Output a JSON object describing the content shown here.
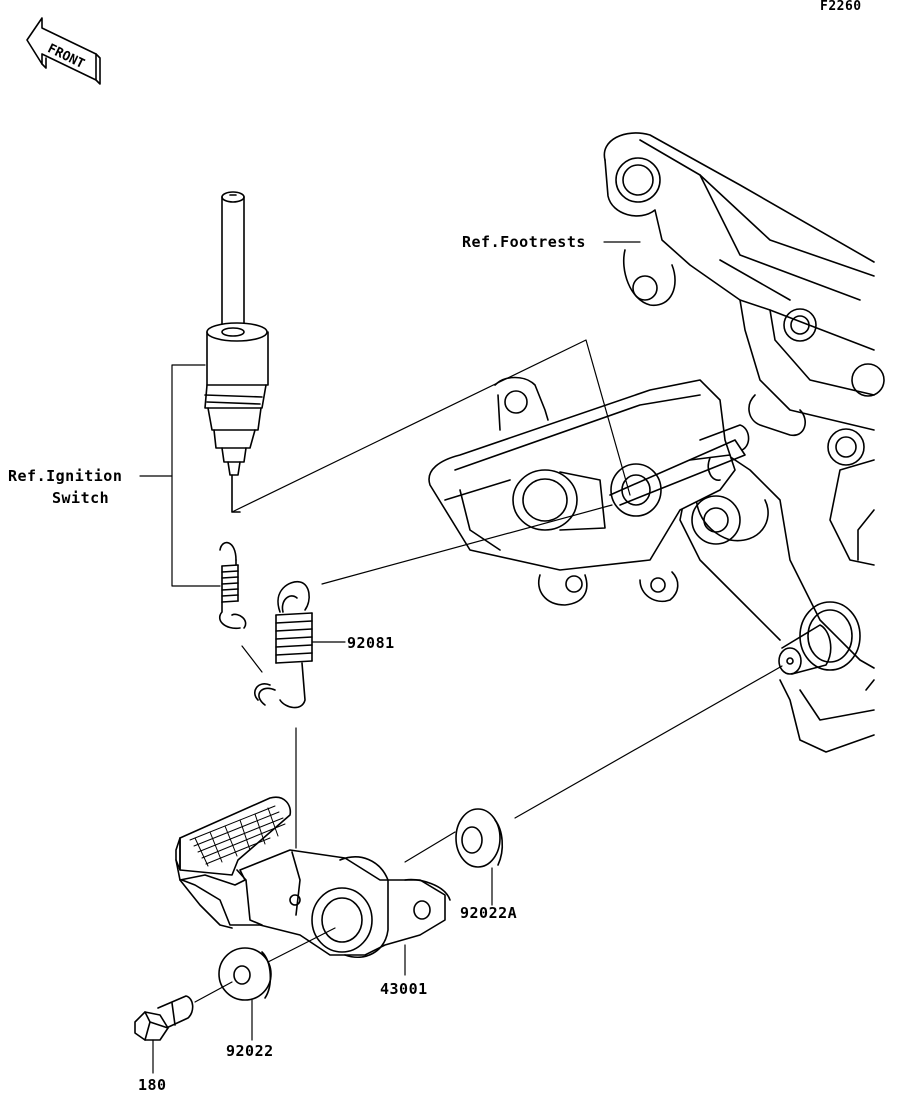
{
  "diagram_code": "F2260",
  "front_label": "FRONT",
  "labels": {
    "ref_footrests": "Ref.Footrests",
    "ref_ignition_line1": "Ref.Ignition",
    "ref_ignition_line2": "Switch",
    "part_92081": "92081",
    "part_92022A": "92022A",
    "part_43001": "43001",
    "part_92022": "92022",
    "part_180": "180"
  }
}
